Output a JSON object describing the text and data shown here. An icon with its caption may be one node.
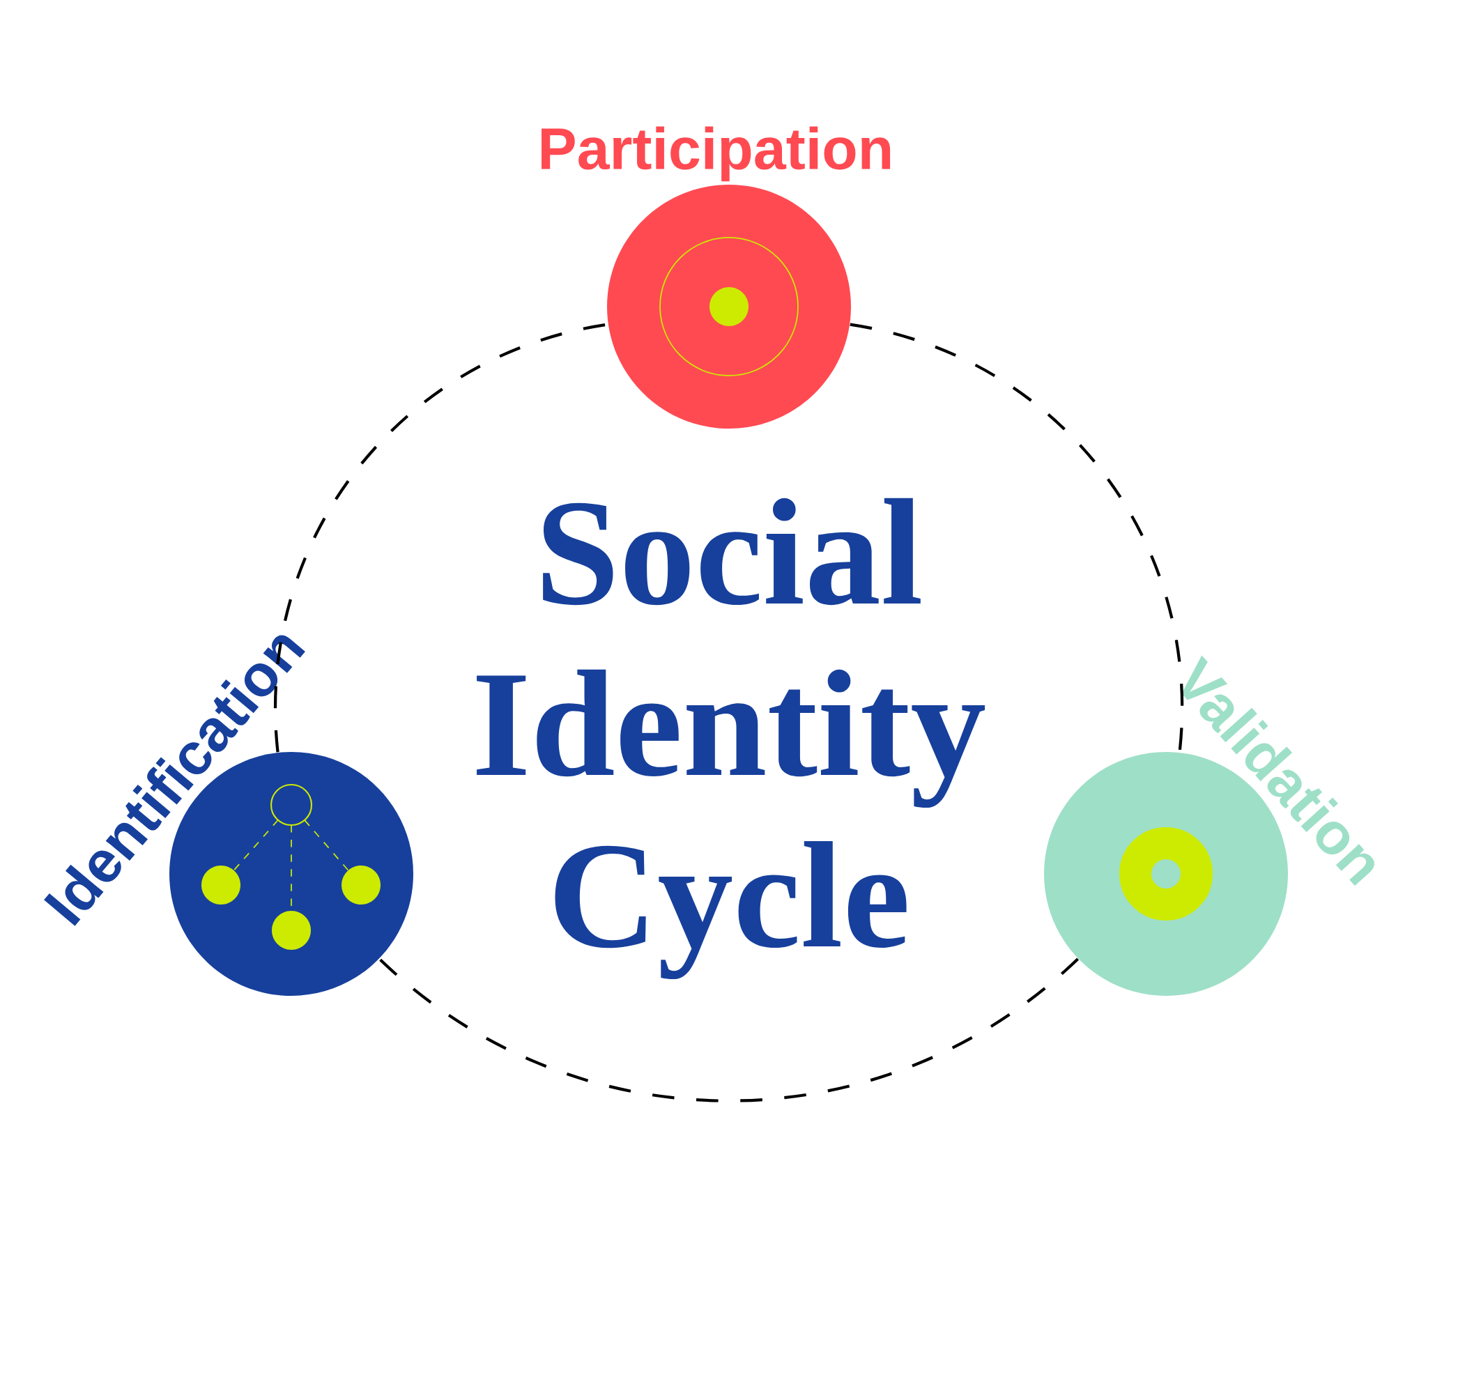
{
  "diagram": {
    "title": "Social Identity Cycle",
    "nodes": [
      {
        "text": [
          "Participation"
        ]
      },
      {
        "text": [
          "Identification"
        ]
      },
      {
        "text": [
          "Validation"
        ]
      }
    ],
    "edges": [
      {
        "from": 0,
        "to": 2,
        "arrow": "none",
        "style": "dashed"
      },
      {
        "from": 2,
        "to": 1,
        "arrow": "none",
        "style": "dashed"
      },
      {
        "from": 1,
        "to": 0,
        "arrow": "none",
        "style": "dashed"
      }
    ]
  }
}
